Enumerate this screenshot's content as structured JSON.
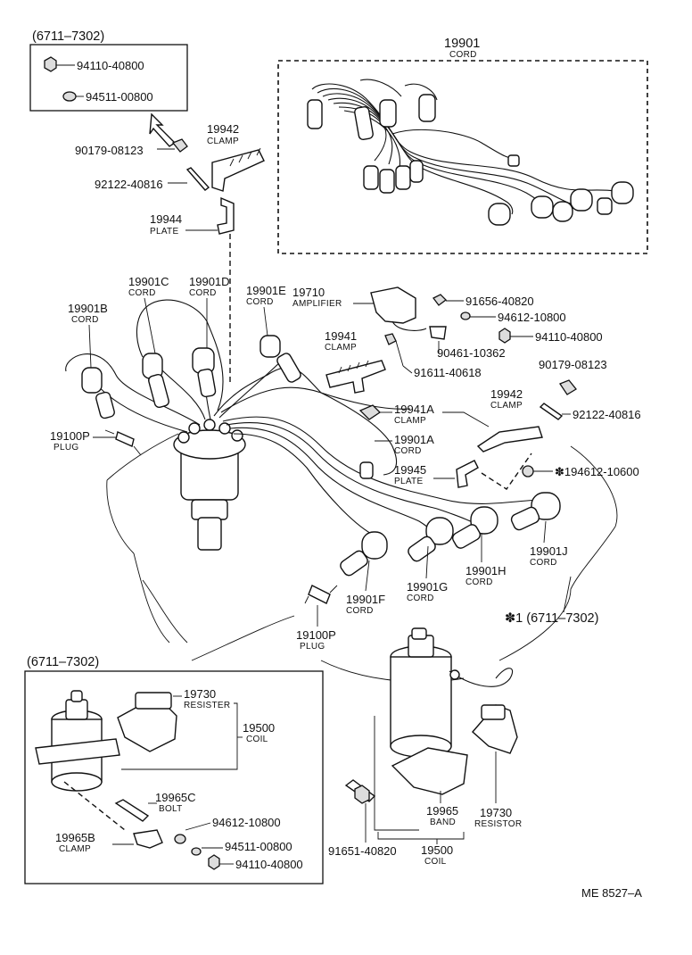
{
  "labels": {
    "range_top": "(6711–7302)",
    "range_bottom": "(6711–7302)",
    "range_star": "✽1 (6711–7302)",
    "p_94110_a": "94110-40800",
    "p_94511_a": "94511-00800",
    "p_90179_a": "90179-08123",
    "p_92122_a": "92122-40816",
    "p_19942_a": "19942",
    "n_clamp_a": "CLAMP",
    "p_19944": "19944",
    "n_plate_a": "PLATE",
    "p_19901": "19901",
    "n_cord_main": "CORD",
    "p_19901C": "19901C",
    "n_cord_c": "CORD",
    "p_19901D": "19901D",
    "n_cord_d": "CORD",
    "p_19901E": "19901E",
    "n_cord_e": "CORD",
    "p_19901B": "19901B",
    "n_cord_b": "CORD",
    "p_19710": "19710",
    "n_amplifier": "AMPLIFIER",
    "p_91656": "91656-40820",
    "p_94612_a": "94612-10800",
    "p_94110_b": "94110-40800",
    "p_90461": "90461-10362",
    "p_19941": "19941",
    "n_clamp_b": "CLAMP",
    "p_91611": "91611-40618",
    "p_90179_b": "90179-08123",
    "p_19942_b": "19942",
    "n_clamp_c": "CLAMP",
    "p_92122_b": "92122-40816",
    "p_19941A": "19941A",
    "n_clamp_d": "CLAMP",
    "p_19901A": "19901A",
    "n_cord_a": "CORD",
    "p_19100P_a": "19100P",
    "n_plug_a": "PLUG",
    "p_19945": "19945",
    "n_plate_b": "PLATE",
    "p_94612_star": "✽194612-10600",
    "p_19901J": "19901J",
    "n_cord_j": "CORD",
    "p_19901H": "19901H",
    "n_cord_h": "CORD",
    "p_19901G": "19901G",
    "n_cord_g": "CORD",
    "p_19901F": "19901F",
    "n_cord_f": "CORD",
    "p_19100P_b": "19100P",
    "n_plug_b": "PLUG",
    "p_19730_a": "19730",
    "n_resister": "RESISTER",
    "p_19500_a": "19500",
    "n_coil_a": "COIL",
    "p_19965C": "19965C",
    "n_bolt": "BOLT",
    "p_19965B": "19965B",
    "n_clamp_e": "CLAMP",
    "p_94612_b": "94612-10800",
    "p_94511_b": "94511-00800",
    "p_94110_c": "94110-40800",
    "p_19965": "19965",
    "n_band": "BAND",
    "p_19730_b": "19730",
    "n_resistor": "RESISTOR",
    "p_91651": "91651-40820",
    "p_19500_b": "19500",
    "n_coil_b": "COIL",
    "footer_code": "ME 8527–A"
  }
}
